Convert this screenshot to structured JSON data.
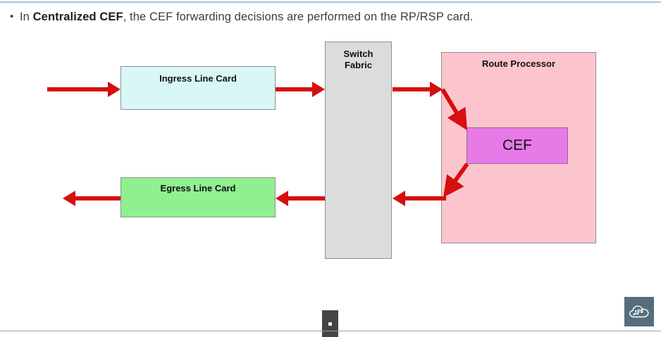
{
  "slide": {
    "bullet": {
      "marker": "•",
      "text_before": "In ",
      "text_bold": "Centralized CEF",
      "text_after": ", the CEF forwarding decisions are performed on the RP/RSP card."
    }
  },
  "diagram": {
    "type": "network-packet-flow",
    "boxes": [
      {
        "id": "ingress",
        "label": "Ingress Line Card",
        "color": "#d9f7f7",
        "border": "#8f8f8f"
      },
      {
        "id": "egress",
        "label": "Egress Line Card",
        "color": "#8ff08f",
        "border": "#8f8f8f"
      },
      {
        "id": "switch",
        "label_line1": "Switch",
        "label_line2": "Fabric",
        "color": "#dcdcdc",
        "border": "#8f8f8f"
      },
      {
        "id": "route-processor",
        "label": "Route Processor",
        "color": "#fcc5cd",
        "border": "#8f8f8f"
      },
      {
        "id": "cef",
        "label": "CEF",
        "color": "#e77ae7",
        "border": "#9a6a9a"
      }
    ],
    "arrow_color": "#d60f0f",
    "flow": [
      "external -> Ingress Line Card",
      "Ingress Line Card -> Switch Fabric",
      "Switch Fabric -> Route Processor",
      "Route Processor -> CEF",
      "CEF -> Route Processor exit",
      "Route Processor -> Switch Fabric",
      "Switch Fabric -> Egress Line Card",
      "Egress Line Card -> external"
    ]
  },
  "overlays": {
    "player": {
      "name": "video-progress-marker"
    },
    "logo": {
      "name": "cloud-network-logo",
      "background": "#546e7c"
    }
  }
}
